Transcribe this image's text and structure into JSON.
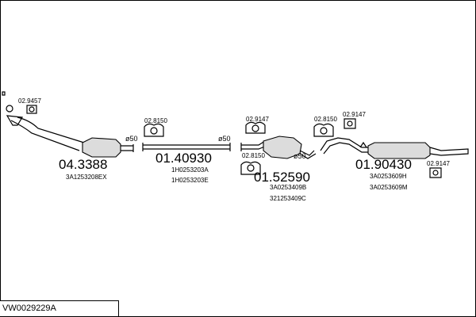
{
  "diagram_title": "VW0029229A",
  "parts": [
    {
      "article": "04.3388",
      "refs": [
        "3A1253208EX"
      ]
    },
    {
      "article": "01.40930",
      "refs": [
        "1H0253203A",
        "1H0253203E"
      ]
    },
    {
      "article": "01.52590",
      "refs": [
        "3A0253409B",
        "321253409C"
      ]
    },
    {
      "article": "01.90430",
      "refs": [
        "3A0253609H",
        "3A0253609M"
      ]
    }
  ],
  "accessories": {
    "gasket_1": "02.9457",
    "hanger_1": "02.8150",
    "hanger_2": "02.9147",
    "hanger_3": "02.8150",
    "hanger_4": "02.8150",
    "hanger_5": "02.9147",
    "hanger_6": "02.9147"
  },
  "diameters": {
    "d1": "ø50",
    "d2": "ø50",
    "d3": "ø50"
  }
}
